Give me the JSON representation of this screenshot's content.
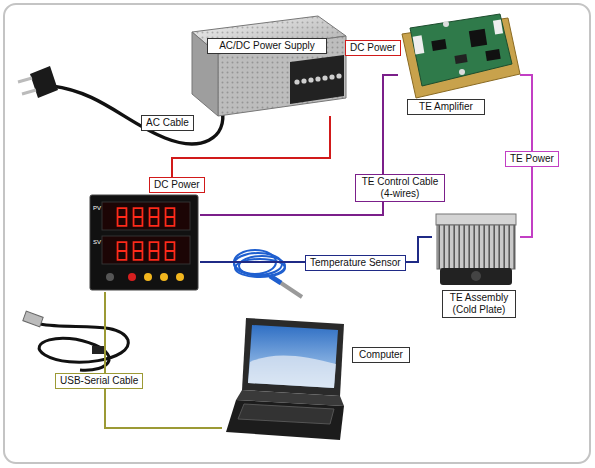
{
  "diagram": {
    "nodes": [
      {
        "text": [
          "AC/DC Power Supply"
        ]
      },
      {
        "text": [
          "TE Amplifier"
        ]
      },
      {
        "text": [
          "PV",
          "SV"
        ]
      },
      {
        "text": [
          "TE Assembly (Cold Plate)"
        ]
      },
      {
        "text": [
          "Computer"
        ]
      }
    ],
    "edges": [
      {
        "from": 0,
        "to": 1,
        "label": "DC Power",
        "arrow": "none"
      },
      {
        "from": 0,
        "to": 2,
        "label": "DC Power",
        "arrow": "none"
      },
      {
        "from": 2,
        "to": 1,
        "label": "TE Control Cable (4-wires)",
        "arrow": "none"
      },
      {
        "from": 1,
        "to": 3,
        "label": "TE Power",
        "arrow": "none"
      },
      {
        "from": 2,
        "to": 3,
        "label": "Temperature Sensor",
        "arrow": "none"
      },
      {
        "from": 2,
        "to": 4,
        "label": "USB-Serial Cable",
        "arrow": "none"
      }
    ],
    "labels": [
      "AC Cable"
    ]
  }
}
